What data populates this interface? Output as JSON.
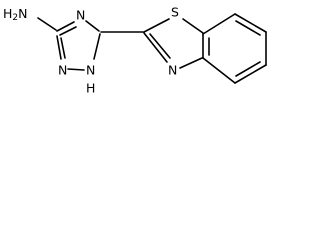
{
  "molecule": {
    "labels": {
      "amine": "H2N",
      "triazole_n_top": "N",
      "triazole_n_left": "N",
      "triazole_nh": "N",
      "triazole_nh_h": "H",
      "thiazole_s": "S",
      "thiazole_n": "N"
    }
  }
}
